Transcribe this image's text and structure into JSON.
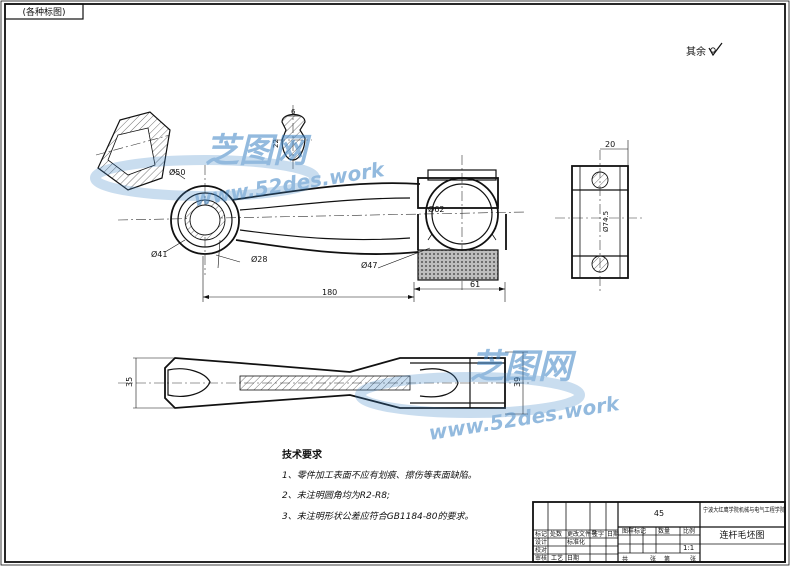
{
  "stamp": "(各种标图)",
  "surface_note": "其余",
  "watermark": {
    "brand": "芝图网",
    "url": "www.52des.work"
  },
  "dimensions": {
    "d50": "Ø50",
    "d41": "Ø41",
    "d28": "Ø28",
    "d62": "Ø62",
    "d47": "Ø47",
    "len180": "180",
    "len61": "61",
    "w20": "20",
    "d74": "Ø74.5",
    "h35": "35",
    "h39": "39",
    "s6": "6",
    "s22": "22"
  },
  "tech_requirements": {
    "title": "技术要求",
    "items": [
      "1、零件加工表面不应有划痕、擦伤等表面缺陷。",
      "2、未注明圆角均为R2-R8;",
      "3、未注明形状公差应符合GB1184-80的要求。"
    ]
  },
  "title_block": {
    "material": "45",
    "school": "宁波大红鹰学院机械与电气工程学院",
    "drawing_name": "连杆毛坯图",
    "headers": [
      "图样标记",
      "数量",
      "比例"
    ],
    "scale": "1:1",
    "sheet_left": "共",
    "sheet_mid": "张",
    "sheet_right": "第",
    "sheet_end": "张",
    "rows": [
      "标记",
      "处数",
      "更改文件号",
      "签字",
      "日期"
    ],
    "roles": [
      "设计",
      "校对",
      "审核",
      "工艺"
    ],
    "std": "标准化",
    "date": "日期"
  },
  "colors": {
    "ink": "#111111",
    "hatch_fill": "#e8e8e8",
    "watermark_blue": "#3b82c4"
  }
}
